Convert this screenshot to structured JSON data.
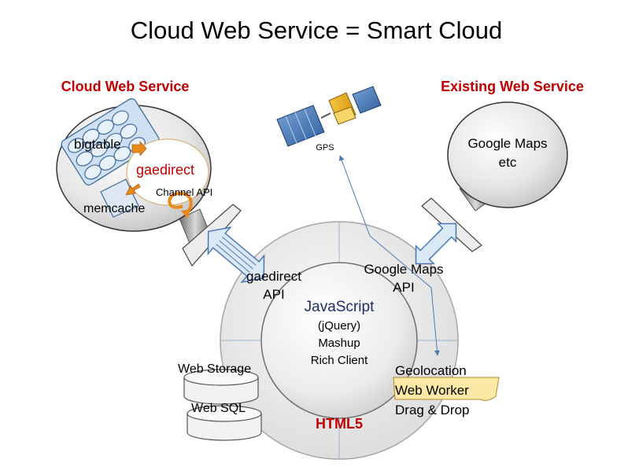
{
  "title": "Cloud Web Service = Smart Cloud",
  "cloud_service": {
    "heading": "Cloud Web Service",
    "bigtable": "bigtable",
    "gaedirect": "gaedirect",
    "channel_api": "Channel  API",
    "memcache": "memcache"
  },
  "existing_service": {
    "heading": "Existing Web Service",
    "line1": "Google  Maps",
    "line2": "etc"
  },
  "gps": {
    "label": "GPS"
  },
  "apis": {
    "gaedirect_line1": "gaedirect",
    "gaedirect_line2": "API",
    "maps_line1": "Google Maps",
    "maps_line2": "API"
  },
  "core": {
    "title": "JavaScript",
    "line1": "(jQuery)",
    "line2": "Mashup",
    "line3": "Rich Client",
    "ring_label": "HTML5"
  },
  "storage": {
    "web_storage": "Web Storage",
    "web_sql": "Web SQL"
  },
  "features": {
    "geolocation": "Geolocation",
    "web_worker": "Web Worker",
    "drag_drop": "Drag & Drop"
  },
  "colors": {
    "red": "#c00000",
    "navy": "#1f2d6b",
    "arrow_blue": "#4a78b5",
    "arrow_fill": "#dbe8f5",
    "orange": "#e8891a",
    "note_yellow": "#fce9a6"
  }
}
